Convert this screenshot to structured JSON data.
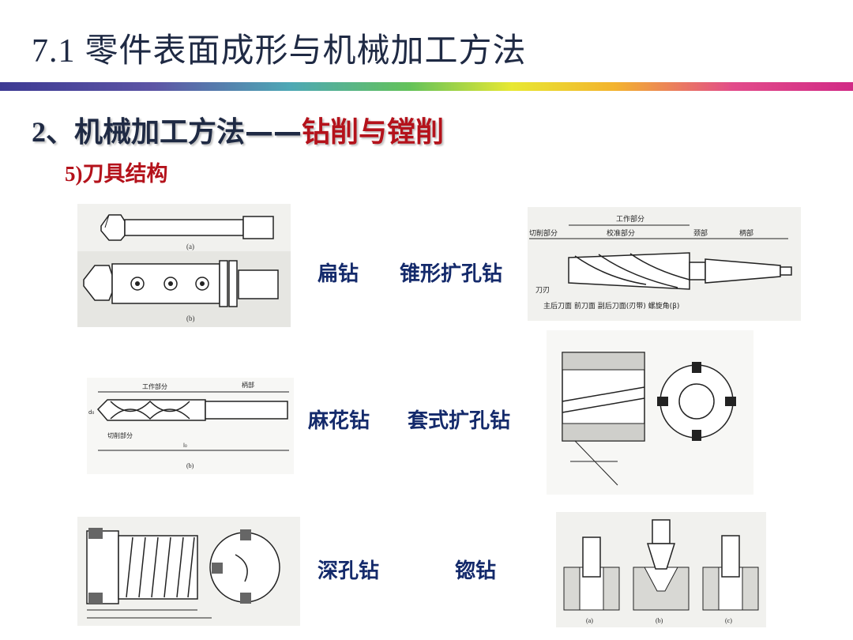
{
  "header": {
    "number": "7.1",
    "title": "零件表面成形与机械加工方法"
  },
  "section": {
    "number": "2、",
    "title_part1": "机械加工方法——",
    "title_part2": "钻削与镗削"
  },
  "subsection": {
    "number": "5)",
    "title": "刀具结构"
  },
  "labels": {
    "row1_left": "扁钻",
    "row1_right": "锥形扩孔钻",
    "row2_left": "麻花钻",
    "row2_right": "套式扩孔钻",
    "row3_left": "深孔钻",
    "row3_right": "锪钻"
  },
  "figures": {
    "flat_drill": {
      "caption_a": "(a)",
      "caption_b": "(b)"
    },
    "taper_reamer": {
      "work_part": "工作部分",
      "cutting_part": "切削部分",
      "calibration_part": "校准部分",
      "neck": "颈部",
      "shank": "柄部",
      "edge": "刀刃",
      "bottom_labels": "主后刀面  前刀面  副后刀面(刃带)  螺旋角(β)"
    },
    "twist_drill": {
      "work_part": "工作部分",
      "shank": "柄部",
      "cutting_part": "切削部分",
      "caption": "(b)"
    },
    "countersink": {
      "cap_a": "(a)",
      "cap_b": "(b)",
      "cap_c": "(c)"
    }
  },
  "colors": {
    "title": "#1f2a44",
    "accent_red": "#b4121b",
    "label_blue": "#142a6b"
  }
}
